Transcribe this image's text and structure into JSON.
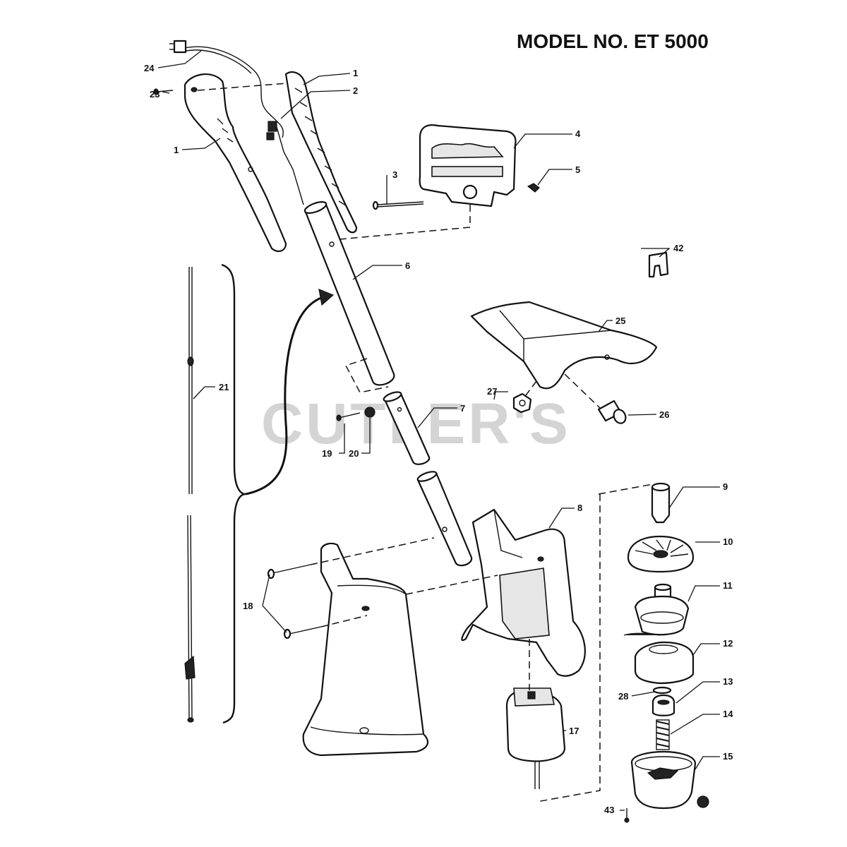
{
  "title": "MODEL NO. ET 5000",
  "watermark": "CUTLER'S",
  "callouts": {
    "p1a": "1",
    "p1b": "1",
    "p2": "2",
    "p3": "3",
    "p4": "4",
    "p5": "5",
    "p6": "6",
    "p7": "7",
    "p8": "8",
    "p9": "9",
    "p10": "10",
    "p11": "11",
    "p12": "12",
    "p13": "13",
    "p14": "14",
    "p15": "15",
    "p17": "17",
    "p18": "18",
    "p19": "19",
    "p20": "20",
    "p21": "21",
    "p23": "23",
    "p24": "24",
    "p25": "25",
    "p26": "26",
    "p27": "27",
    "p28": "28",
    "p42": "42",
    "p43": "43"
  }
}
